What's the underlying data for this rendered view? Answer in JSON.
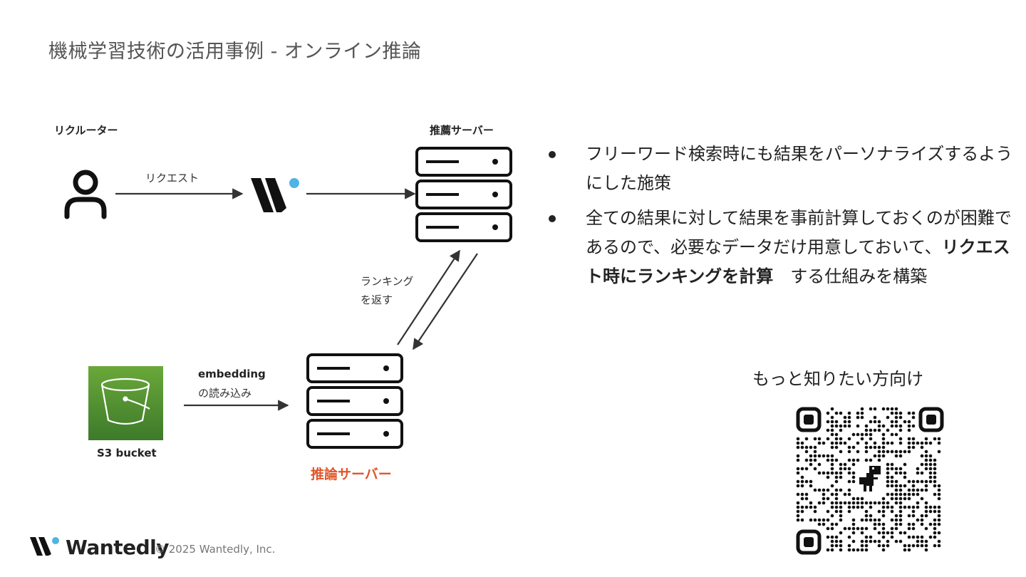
{
  "title": "機械学習技術の活用事例 - オンライン推論",
  "diagram": {
    "recruiter_label": "リクルーター",
    "request_label": "リクエスト",
    "recommend_server_label": "推薦サーバー",
    "return_ranking_line1": "ランキング",
    "return_ranking_line2": "を返す",
    "embedding_line1": "embedding",
    "embedding_line2": "の読み込み",
    "s3_label": "S3 bucket",
    "inference_server_label": "推論サーバー",
    "colors": {
      "inference_label": "#e0562b",
      "s3_green_top": "#6aa83a",
      "s3_green_bottom": "#3d7a2a",
      "logo_dot": "#4fb3e6",
      "ink": "#111111"
    }
  },
  "bullets": [
    {
      "text": "フリーワード検索時にも結果をパーソナライズするようにした施策"
    },
    {
      "pre": "全ての結果に対して結果を事前計算しておくのが困難であるので、必要なデータだけ用意しておいて、",
      "bold": "リクエスト時にランキングを計算",
      "post": "　する仕組みを構築"
    }
  ],
  "qr": {
    "caption": "もっと知りたい方向け"
  },
  "footer": {
    "brand": "Wantedly",
    "copyright": "© 2025 Wantedly, Inc."
  }
}
